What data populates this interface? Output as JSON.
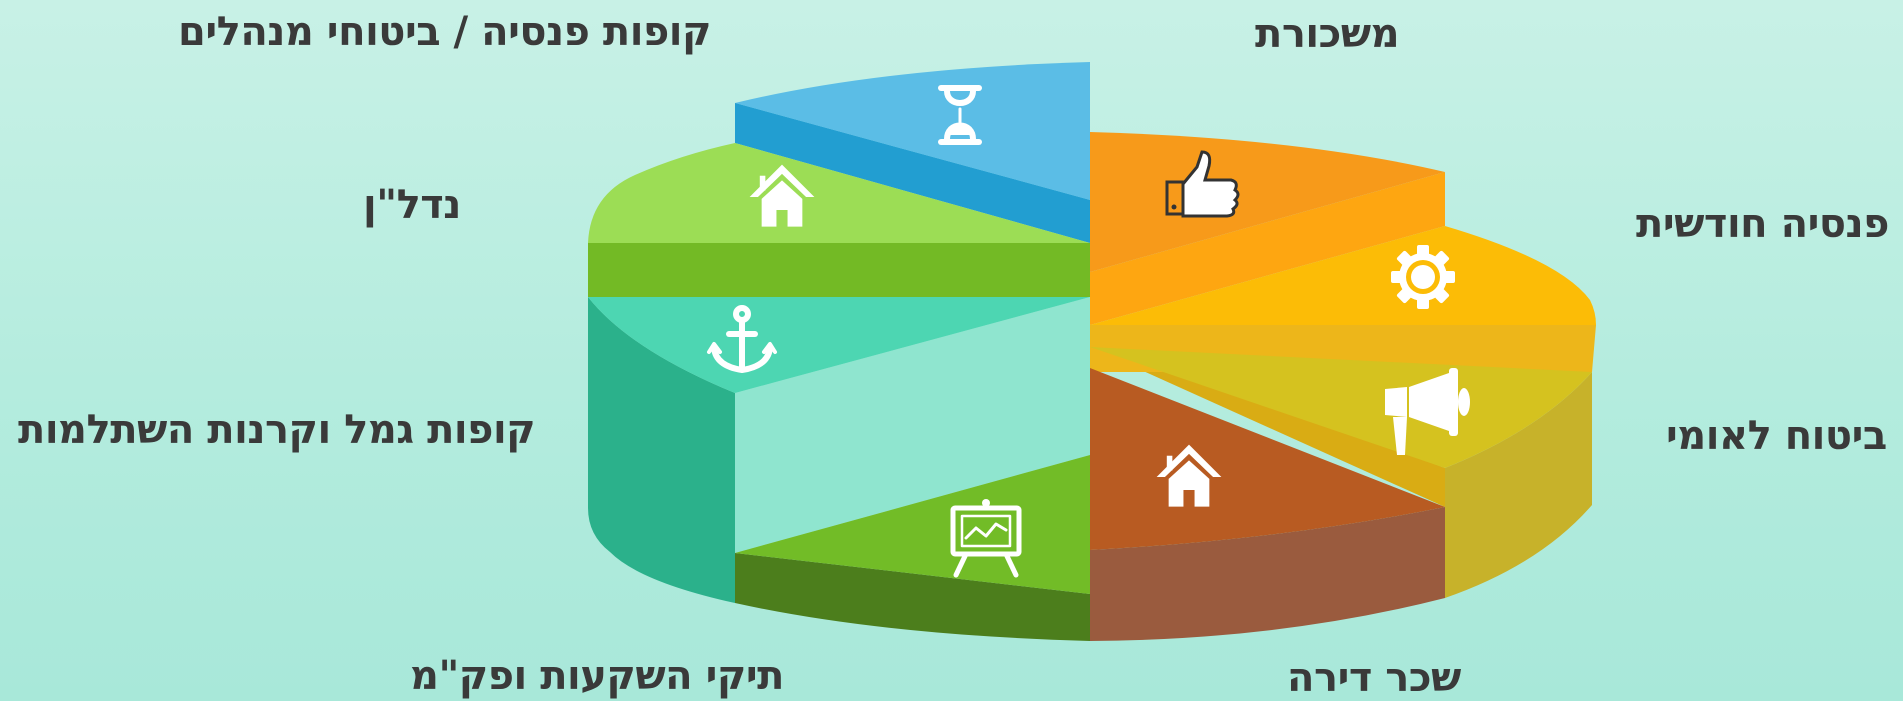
{
  "diagram": {
    "segments": [
      {
        "id": "pension-funds",
        "label": "קופות פנסיה / ביטוחי מנהלים",
        "icon": "hourglass-icon",
        "color": "#5bbde6"
      },
      {
        "id": "commission",
        "label": "משכורת",
        "icon": "thumbs-up-icon",
        "color": "#f79a1a"
      },
      {
        "id": "monthly-pension",
        "label": "פנסיה חודשית",
        "icon": "gear-icon",
        "color": "#fcbc06"
      },
      {
        "id": "national-insurance",
        "label": "ביטוח לאומי",
        "icon": "megaphone-icon",
        "color": "#d5c21f"
      },
      {
        "id": "rent",
        "label": "שכר דירה",
        "icon": "house-icon",
        "color": "#b85b22"
      },
      {
        "id": "investment-portfolios",
        "label": "תיקי השקעות ופק\"מ",
        "icon": "presentation-chart-icon",
        "color": "#72bc27"
      },
      {
        "id": "provident-funds",
        "label": "קופות גמל וקרנות השתלמות",
        "icon": "anchor-icon",
        "color": "#4dd6b2"
      },
      {
        "id": "real-estate",
        "label": "נדל\"ן",
        "icon": "house-icon",
        "color": "#9cdd55"
      }
    ]
  }
}
